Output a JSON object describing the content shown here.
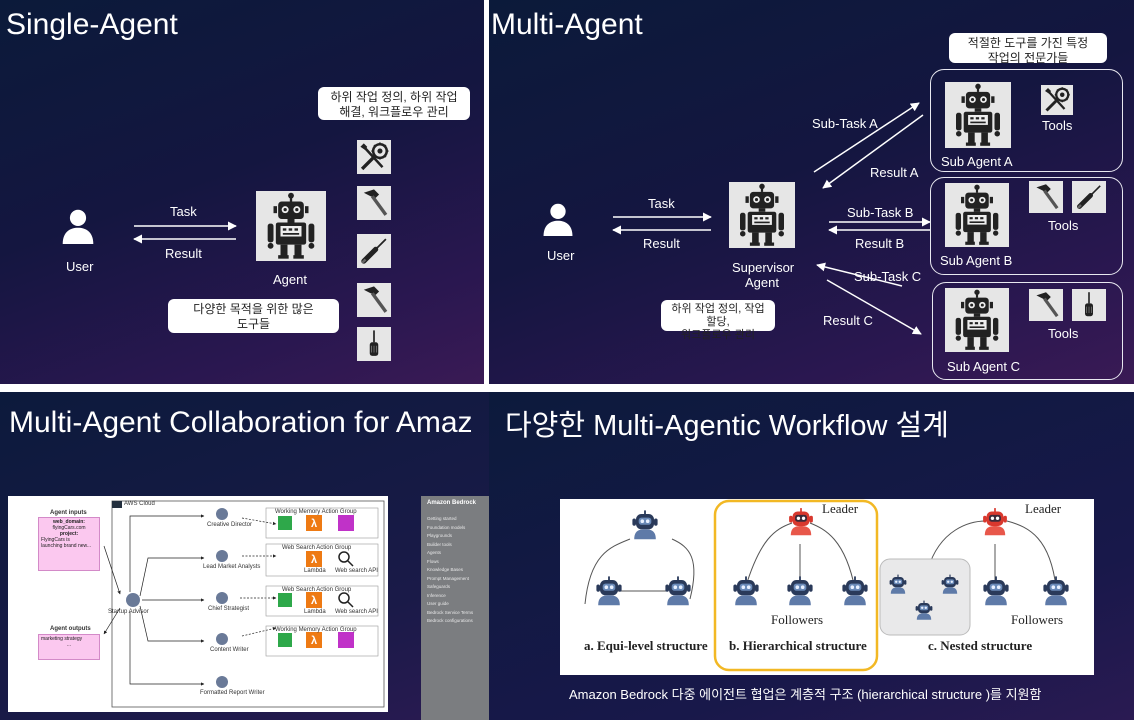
{
  "panel1": {
    "title": "Single-Agent",
    "callout_top": [
      "하위 작업 정의, 하위 작업",
      "해결, 워크플로우 관리"
    ],
    "callout_bottom": [
      "다양한 목적을 위한 많은",
      "도구들"
    ],
    "task": "Task",
    "result": "Result",
    "user": "User",
    "agent": "Agent"
  },
  "panel2": {
    "title": "Multi-Agent",
    "callout_top": [
      "적절한 도구를 가진 특정",
      "작업의 전문가들"
    ],
    "callout_bottom": [
      "하위 작업 정의, 작업 할당,",
      "워크플로우 관리"
    ],
    "user": "User",
    "task": "Task",
    "result": "Result",
    "supervisor": [
      "Supervisor",
      "Agent"
    ],
    "subtask_a": "Sub-Task A",
    "result_a": "Result A",
    "subtask_b": "Sub-Task B",
    "result_b": "Result B",
    "subtask_c": "Sub-Task C",
    "result_c": "Result C",
    "sub_agent_a": "Sub Agent A",
    "sub_agent_b": "Sub Agent B",
    "sub_agent_c": "Sub Agent C",
    "tools": "Tools"
  },
  "panel3": {
    "title": "Multi-Agent Collaboration for Amaz",
    "aws_cloud": "AWS Cloud",
    "agent_inputs": "Agent inputs",
    "input_lines": [
      "web_domain:",
      "flyingCars.com",
      "project:",
      "FlyingCars is",
      "launching brand new..."
    ],
    "agent_outputs": "Agent outputs",
    "output_lines": [
      "marketing strategy",
      "..."
    ],
    "startup_advisor": "Startup Advisor",
    "agents": [
      "Creative Director",
      "Lead Market Analysts",
      "Chief Strategist",
      "Content Writer",
      "Formatted Report Writer"
    ],
    "groups": [
      "Working Memory Action Group",
      "Web Search Action Group",
      "Web Search Action Group",
      "Working Memory Action Group"
    ],
    "lambda": "Lambda",
    "web_search_api": "Web search API",
    "console_title": "Amazon Bedrock",
    "console_items": [
      "Getting started",
      "Foundation models",
      "Playgrounds",
      "Builder tools",
      "Agents",
      "Flows",
      "Knowledge Bases",
      "Prompt Management",
      "Safeguards",
      "Inference",
      "User guide",
      "Bedrock Service Terms",
      "Bedrock configurations"
    ]
  },
  "panel4": {
    "title": "다양한 Multi-Agentic Workflow 설계",
    "leader": "Leader",
    "followers": "Followers",
    "label_a": "a.  Equi-level structure",
    "label_b": "b.  Hierarchical structure",
    "label_c": "c.  Nested structure",
    "caption": "Amazon Bedrock 다중 에이전트 협업은 계층적 구조 (hierarchical structure )를 지원함"
  },
  "colors": {
    "background_dark": "#141640",
    "callout": "#ffffff",
    "highlight": "#f2b824",
    "lambda_orange": "#ee7a13",
    "api_purple": "#c032c8",
    "memory_green": "#2ea84a",
    "note_pink": "#fbc8ef"
  },
  "icons": [
    "user-icon",
    "robot-icon",
    "wrench-gear-icon",
    "hammer-icon",
    "screwdriver-icon",
    "lambda-icon",
    "search-icon",
    "cloud-agent-icon"
  ]
}
